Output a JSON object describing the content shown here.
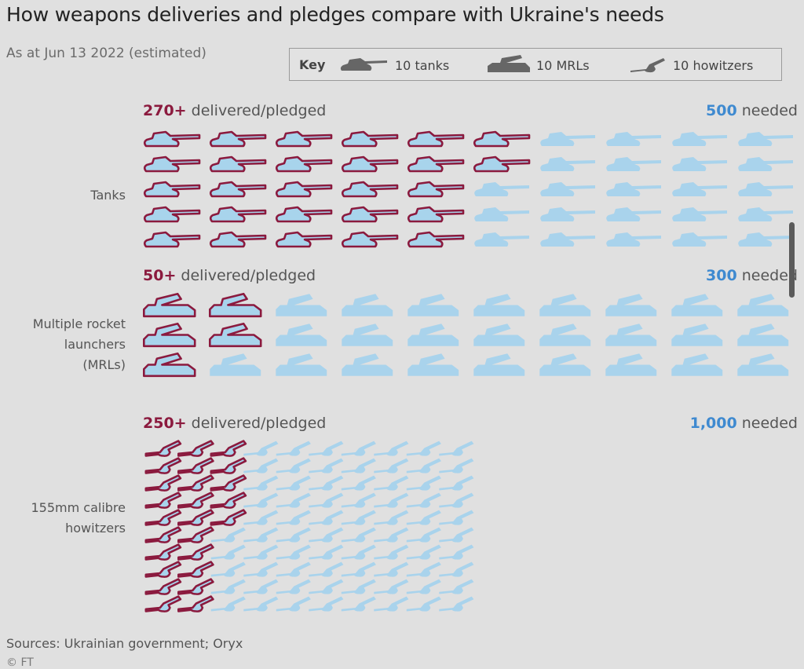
{
  "title": "How weapons deliveries and pledges compare with Ukraine's needs",
  "subtitle": "As at Jun 13 2022 (estimated)",
  "key": {
    "label": "Key",
    "items": [
      {
        "icon": "tank-icon",
        "text": "10 tanks"
      },
      {
        "icon": "mrl-icon",
        "text": "10 MRLs"
      },
      {
        "icon": "howitzer-icon",
        "text": "10 howitzers"
      }
    ]
  },
  "sections": [
    {
      "label": "Tanks",
      "delivered_num": "270+",
      "delivered_text": " delivered/pledged",
      "needed_num": "500",
      "needed_text": " needed"
    },
    {
      "label": "Multiple rocket launchers (MRLs)",
      "label_lines": [
        "Multiple rocket",
        "launchers",
        "(MRLs)"
      ],
      "delivered_num": "50+",
      "delivered_text": " delivered/pledged",
      "needed_num": "300",
      "needed_text": " needed"
    },
    {
      "label": "155mm calibre howitzers",
      "label_lines": [
        "155mm calibre",
        "howitzers"
      ],
      "delivered_num": "250+",
      "delivered_text": " delivered/pledged",
      "needed_num": "1,000",
      "needed_text": " needed"
    }
  ],
  "colors": {
    "delivered_fill": "#a8d4ec",
    "delivered_outline": "#8b1a3e",
    "needed_fill": "#a9d3ec",
    "background": "#e0e0e0"
  },
  "chart_data": {
    "type": "pictogram",
    "title": "How weapons deliveries and pledges compare with Ukraine's needs",
    "subtitle": "As at Jun 13 2022 (estimated)",
    "units_per_icon": 10,
    "categories": [
      "Tanks",
      "Multiple rocket launchers (MRLs)",
      "155mm calibre howitzers"
    ],
    "series": [
      {
        "name": "delivered/pledged",
        "values": [
          270,
          50,
          250
        ]
      },
      {
        "name": "needed",
        "values": [
          500,
          300,
          1000
        ]
      }
    ]
  },
  "source": "Sources: Ukrainian government; Oryx",
  "credit": "© FT"
}
